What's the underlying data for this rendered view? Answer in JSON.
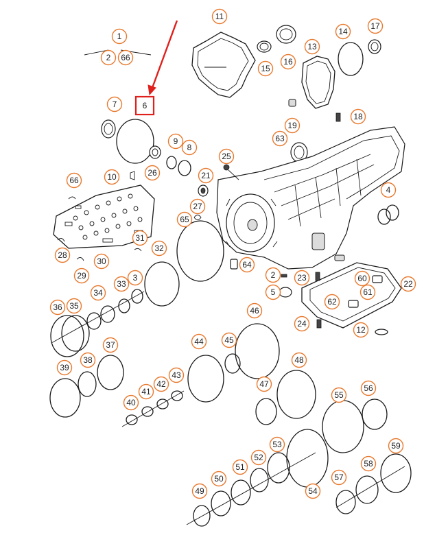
{
  "diagram": {
    "highlighted_part": "6",
    "colors": {
      "callout_border": "#e8792e",
      "highlight_border": "#e0201c",
      "arrow": "#e0201c",
      "line_art": "#1a1a1a"
    },
    "callouts": [
      {
        "id": "1",
        "label": "1"
      },
      {
        "id": "2",
        "label": "2"
      },
      {
        "id": "66a",
        "label": "66"
      },
      {
        "id": "6",
        "label": "6"
      },
      {
        "id": "7",
        "label": "7"
      },
      {
        "id": "9",
        "label": "9"
      },
      {
        "id": "8",
        "label": "8"
      },
      {
        "id": "10",
        "label": "10"
      },
      {
        "id": "26",
        "label": "26"
      },
      {
        "id": "11",
        "label": "11"
      },
      {
        "id": "15",
        "label": "15"
      },
      {
        "id": "16",
        "label": "16"
      },
      {
        "id": "13",
        "label": "13"
      },
      {
        "id": "14",
        "label": "14"
      },
      {
        "id": "17",
        "label": "17"
      },
      {
        "id": "19",
        "label": "19"
      },
      {
        "id": "18",
        "label": "18"
      },
      {
        "id": "63",
        "label": "63"
      },
      {
        "id": "25",
        "label": "25"
      },
      {
        "id": "21",
        "label": "21"
      },
      {
        "id": "27",
        "label": "27"
      },
      {
        "id": "65",
        "label": "65"
      },
      {
        "id": "66b",
        "label": "66"
      },
      {
        "id": "4",
        "label": "4"
      },
      {
        "id": "28",
        "label": "28"
      },
      {
        "id": "30",
        "label": "30"
      },
      {
        "id": "31",
        "label": "31"
      },
      {
        "id": "29",
        "label": "29"
      },
      {
        "id": "32",
        "label": "32"
      },
      {
        "id": "64",
        "label": "64"
      },
      {
        "id": "2b",
        "label": "2"
      },
      {
        "id": "23",
        "label": "23"
      },
      {
        "id": "60",
        "label": "60"
      },
      {
        "id": "22",
        "label": "22"
      },
      {
        "id": "5",
        "label": "5"
      },
      {
        "id": "61",
        "label": "61"
      },
      {
        "id": "62",
        "label": "62"
      },
      {
        "id": "34",
        "label": "34"
      },
      {
        "id": "33",
        "label": "33"
      },
      {
        "id": "3",
        "label": "3"
      },
      {
        "id": "36",
        "label": "36"
      },
      {
        "id": "35",
        "label": "35"
      },
      {
        "id": "46",
        "label": "46"
      },
      {
        "id": "24",
        "label": "24"
      },
      {
        "id": "12",
        "label": "12"
      },
      {
        "id": "37",
        "label": "37"
      },
      {
        "id": "44",
        "label": "44"
      },
      {
        "id": "45",
        "label": "45"
      },
      {
        "id": "38",
        "label": "38"
      },
      {
        "id": "48",
        "label": "48"
      },
      {
        "id": "39",
        "label": "39"
      },
      {
        "id": "43",
        "label": "43"
      },
      {
        "id": "42",
        "label": "42"
      },
      {
        "id": "41",
        "label": "41"
      },
      {
        "id": "47",
        "label": "47"
      },
      {
        "id": "55",
        "label": "55"
      },
      {
        "id": "56",
        "label": "56"
      },
      {
        "id": "40",
        "label": "40"
      },
      {
        "id": "53",
        "label": "53"
      },
      {
        "id": "59",
        "label": "59"
      },
      {
        "id": "52",
        "label": "52"
      },
      {
        "id": "51",
        "label": "51"
      },
      {
        "id": "58",
        "label": "58"
      },
      {
        "id": "50",
        "label": "50"
      },
      {
        "id": "57",
        "label": "57"
      },
      {
        "id": "49",
        "label": "49"
      },
      {
        "id": "54",
        "label": "54"
      }
    ]
  }
}
